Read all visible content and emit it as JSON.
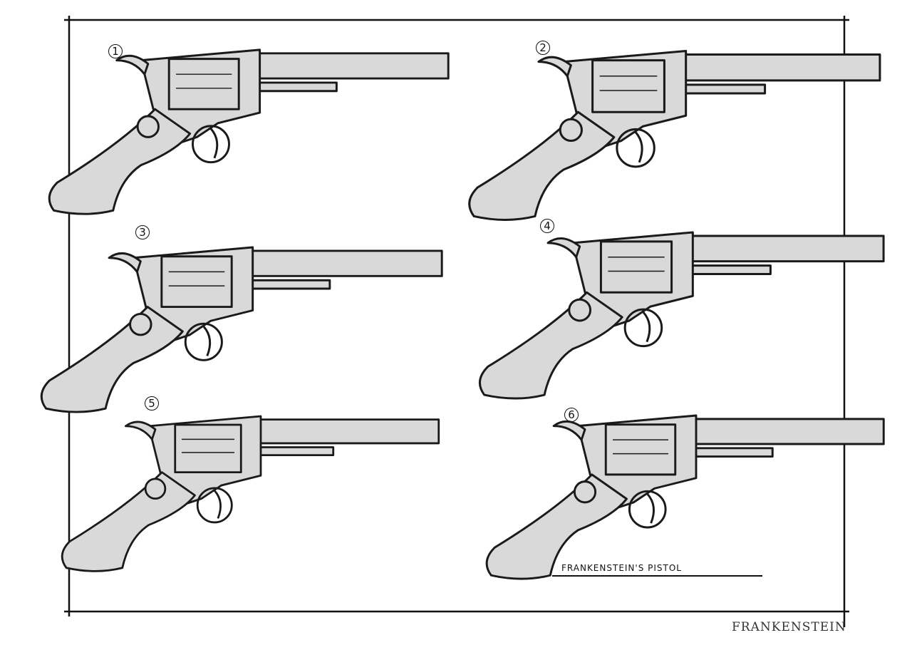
{
  "sheet": {
    "caption": "Frankenstein's Pistol",
    "logo": "FRANKENSTEIN",
    "fill_color": "#d9d9d9",
    "line_color": "#1a1a1a"
  },
  "pistols": [
    {
      "label": "1"
    },
    {
      "label": "2"
    },
    {
      "label": "3"
    },
    {
      "label": "4"
    },
    {
      "label": "5"
    },
    {
      "label": "6"
    }
  ]
}
